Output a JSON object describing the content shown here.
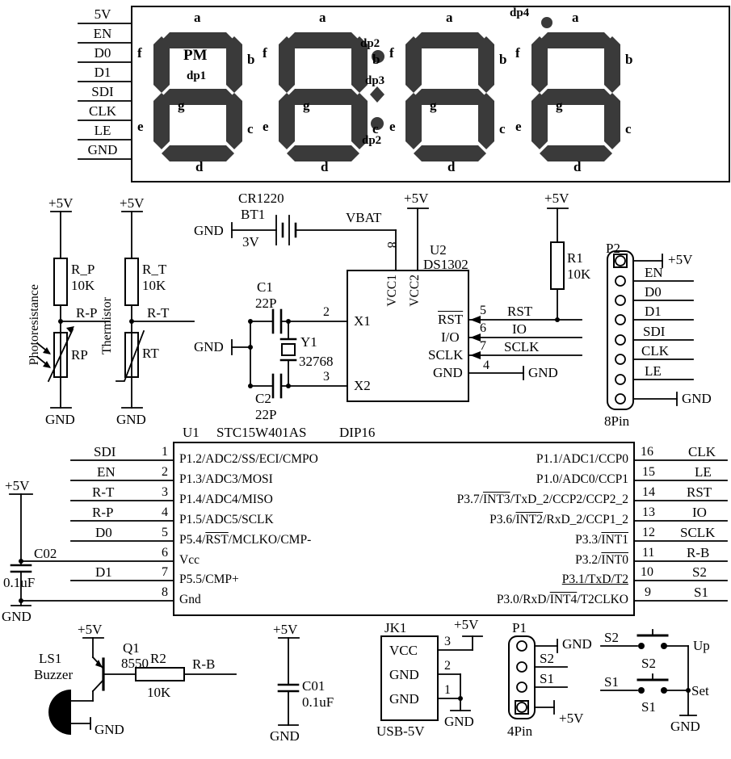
{
  "display": {
    "bus_pins": [
      "5V",
      "EN",
      "D0",
      "D1",
      "SDI",
      "CLK",
      "LE",
      "GND"
    ],
    "seg": {
      "a": "a",
      "b": "b",
      "c": "c",
      "d": "d",
      "e": "e",
      "f": "f",
      "g": "g"
    },
    "pm": "PM",
    "dp1": "dp1",
    "dp2": "dp2",
    "dp3": "dp3",
    "dp4": "dp4"
  },
  "photo": {
    "vcc": "+5V",
    "r_name": "R_P",
    "r_val": "10K",
    "net": "R-P",
    "rp": "RP",
    "caption": "Photoresistance",
    "gnd": "GND"
  },
  "thermo": {
    "vcc": "+5V",
    "r_name": "R_T",
    "r_val": "10K",
    "net": "R-T",
    "rt": "RT",
    "caption": "Thermistor",
    "gnd": "GND"
  },
  "rtc": {
    "bat_model": "CR1220",
    "bat_ref": "BT1",
    "bat_v": "3V",
    "gnd_left": "GND",
    "vbat": "VBAT",
    "pin8": "8",
    "vcc_top": "+5V",
    "ref": "U2",
    "part": "DS1302",
    "vcc1": "VCC1",
    "vcc2": "VCC2",
    "x1": "X1",
    "x2": "X2",
    "n2": "2",
    "n3": "3",
    "c1_ref": "C1",
    "c1_val": "22P",
    "c2_ref": "C2",
    "c2_val": "22P",
    "gnd_bus": "GND",
    "y1_ref": "Y1",
    "y1_val": "32768",
    "rst": "RST",
    "io": "I/O",
    "sclk": "SCLK",
    "gnd_pin": "GND",
    "n5": "5",
    "n6": "6",
    "n7": "7",
    "n4": "4",
    "net_rst": "RST",
    "net_io": "IO",
    "net_sclk": "SCLK",
    "gnd_right": "GND",
    "r1_vcc": "+5V",
    "r1_ref": "R1",
    "r1_val": "10K"
  },
  "p2": {
    "ref": "P2",
    "vcc": "+5V",
    "pins": [
      "EN",
      "D0",
      "D1",
      "SDI",
      "CLK",
      "LE"
    ],
    "gnd": "GND",
    "size": "8Pin"
  },
  "mcu": {
    "ref": "U1",
    "part": "STC15W401AS",
    "pkg": "DIP16",
    "vcc": "+5V",
    "gnd": "GND",
    "c02_ref": "C02",
    "c02_val": "0.1uF",
    "left": [
      {
        "net": "SDI",
        "num": "1",
        "name": [
          {
            "t": "P1.2/ADC2/SS/ECI/CMPO"
          }
        ]
      },
      {
        "net": "EN",
        "num": "2",
        "name": [
          {
            "t": "P1.3/ADC3/MOSI"
          }
        ]
      },
      {
        "net": "R-T",
        "num": "3",
        "name": [
          {
            "t": "P1.4/ADC4/MISO"
          }
        ]
      },
      {
        "net": "R-P",
        "num": "4",
        "name": [
          {
            "t": "P1.5/ADC5/SCLK"
          }
        ]
      },
      {
        "net": "D0",
        "num": "5",
        "name": [
          {
            "t": "P5.4/"
          },
          {
            "t": "RST",
            "bar": true
          },
          {
            "t": "/MCLKO/CMP-"
          }
        ]
      },
      {
        "net": "",
        "num": "6",
        "name": [
          {
            "t": "Vcc"
          }
        ]
      },
      {
        "net": "D1",
        "num": "7",
        "name": [
          {
            "t": "P5.5/CMP+"
          }
        ]
      },
      {
        "net": "",
        "num": "8",
        "name": [
          {
            "t": "Gnd"
          }
        ]
      }
    ],
    "right": [
      {
        "net": "CLK",
        "num": "16",
        "name": [
          {
            "t": "P1.1/ADC1/CCP0"
          }
        ]
      },
      {
        "net": "LE",
        "num": "15",
        "name": [
          {
            "t": "P1.0/ADC0/CCP1"
          }
        ]
      },
      {
        "net": "RST",
        "num": "14",
        "name": [
          {
            "t": "P3.7/"
          },
          {
            "t": "INT3",
            "bar": true
          },
          {
            "t": "/TxD_2/CCP2/CCP2_2"
          }
        ]
      },
      {
        "net": "IO",
        "num": "13",
        "name": [
          {
            "t": "P3.6/"
          },
          {
            "t": "INT2",
            "bar": true
          },
          {
            "t": "/RxD_2/CCP1_2"
          }
        ]
      },
      {
        "net": "SCLK",
        "num": "12",
        "name": [
          {
            "t": "P3.3/"
          },
          {
            "t": "INT1",
            "bar": true
          }
        ]
      },
      {
        "net": "R-B",
        "num": "11",
        "name": [
          {
            "t": "P3.2/"
          },
          {
            "t": "INT0",
            "bar": true
          }
        ]
      },
      {
        "net": "S2",
        "num": "10",
        "name": [
          {
            "t": "P3.1/TxD/T2",
            "un": true
          }
        ]
      },
      {
        "net": "S1",
        "num": "9",
        "name": [
          {
            "t": "P3.0/RxD/"
          },
          {
            "t": "INT4",
            "bar": true
          },
          {
            "t": "/T2CLKO"
          }
        ]
      }
    ]
  },
  "buzzer": {
    "vcc": "+5V",
    "q_ref": "Q1",
    "q_part": "8550",
    "r_ref": "R2",
    "r_val": "10K",
    "net": "R-B",
    "ls_ref": "LS1",
    "ls_name": "Buzzer",
    "gnd": "GND"
  },
  "c01": {
    "vcc": "+5V",
    "ref": "C01",
    "val": "0.1uF",
    "gnd": "GND"
  },
  "jk1": {
    "ref": "JK1",
    "pins": [
      "VCC",
      "GND",
      "GND"
    ],
    "nums": [
      "3",
      "2",
      "1"
    ],
    "vcc": "+5V",
    "gnd": "GND",
    "caption": "USB-5V"
  },
  "p1": {
    "ref": "P1",
    "gnd": "GND",
    "s2": "S2",
    "s1": "S1",
    "vcc": "+5V",
    "size": "4Pin"
  },
  "buttons": {
    "s2_net": "S2",
    "s2_ref": "S2",
    "up": "Up",
    "s1_net": "S1",
    "s1_ref": "S1",
    "set": "Set",
    "gnd": "GND"
  }
}
